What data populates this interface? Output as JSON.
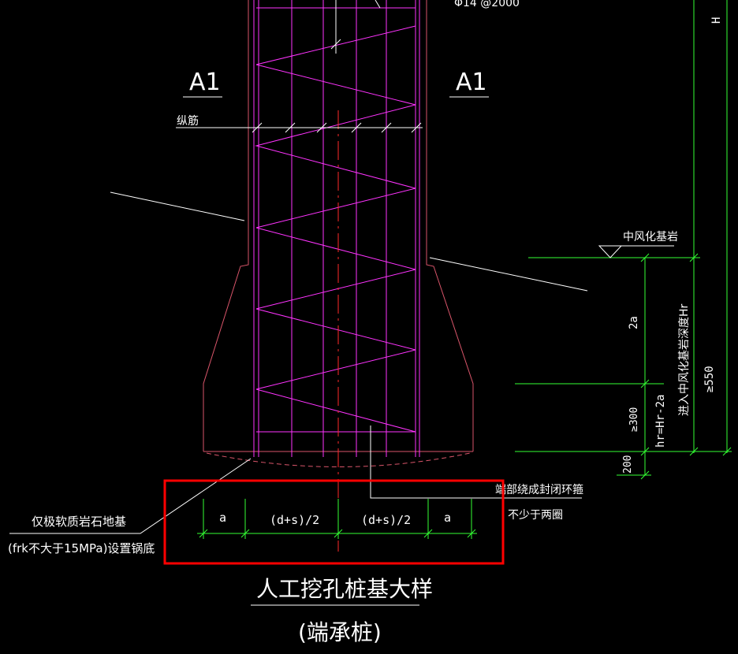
{
  "rebar_spec": "Φ14 @2000",
  "section_marks": {
    "left": "A1",
    "right": "A1"
  },
  "longitudinal_bar_label": "纵筋",
  "rock_stratum_label": "中风化基岩",
  "depth_labels": {
    "h_top": "H",
    "embed_2a": "2a",
    "embed_depth": "进入中风化基岩深度Hr",
    "min_550": "≥550",
    "min_300": "≥300",
    "hr_formula": "hr=Hr-2a",
    "base_200": "200"
  },
  "end_ring_note": {
    "line1": "端部绕成封闭环箍",
    "line2": "不少于两圈"
  },
  "soft_rock_note": {
    "line1": "仅极软质岩石地基",
    "line2": "(frk不大于15MPa)设置锅底"
  },
  "bottom_dimensions": [
    "a",
    "(d+s)/2",
    "(d+s)/2",
    "a"
  ],
  "title": "人工挖孔桩基大样",
  "subtitle": "(端承桩)",
  "colors": {
    "background": "#000000",
    "rebar": "#ff33ff",
    "outline": "#d9556a",
    "dimension": "#33ff33",
    "text": "#ffffff",
    "centerline": "#ff2a2a",
    "highlight_box": "#ff0000",
    "leader": "#ffffff"
  }
}
